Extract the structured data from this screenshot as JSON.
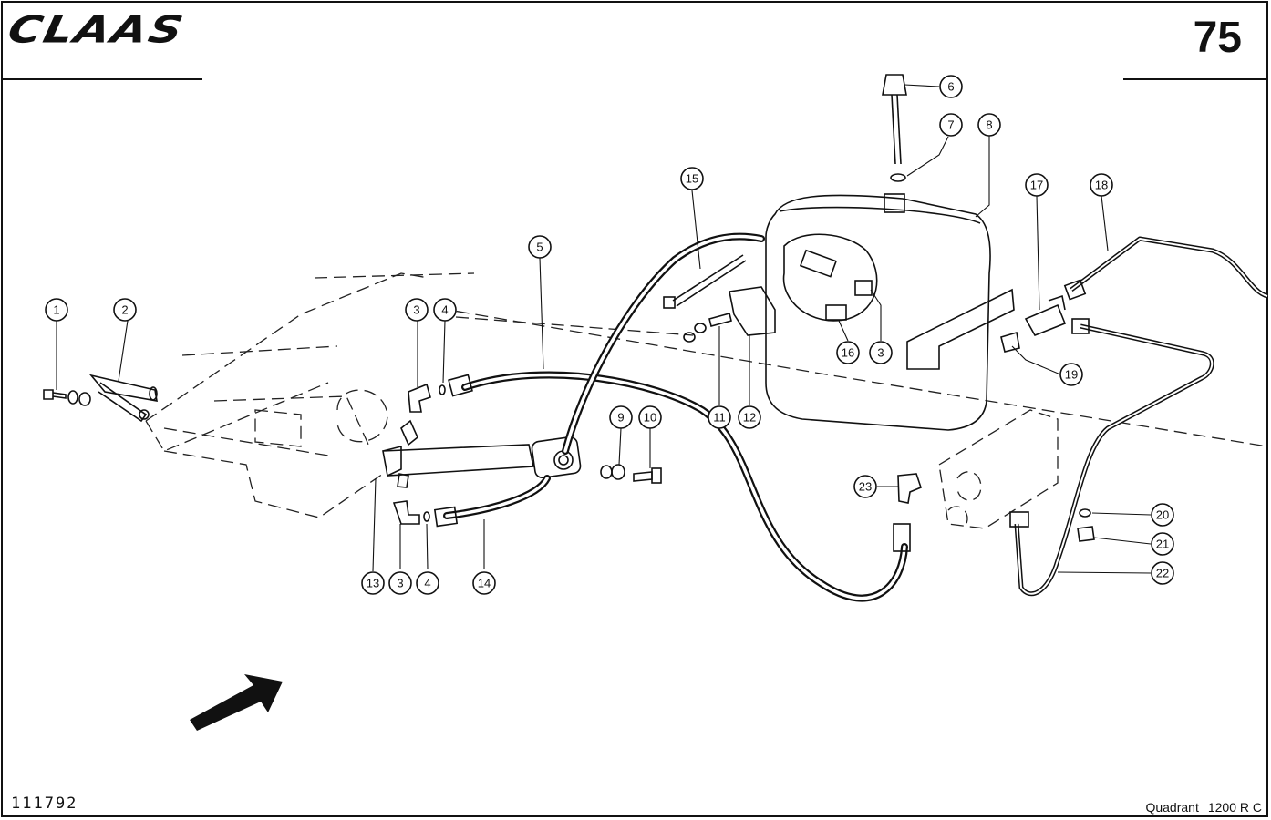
{
  "header": {
    "brand": "CLAAS",
    "page_number": "75"
  },
  "footer": {
    "reference": "111792",
    "model": "Quadrant",
    "model_variant": "1200 R C"
  },
  "callouts": [
    "1",
    "2",
    "3",
    "4",
    "5",
    "6",
    "7",
    "8",
    "9",
    "10",
    "11",
    "12",
    "13",
    "3",
    "4",
    "14",
    "15",
    "16",
    "3",
    "17",
    "18",
    "19",
    "20",
    "21",
    "22",
    "23"
  ]
}
